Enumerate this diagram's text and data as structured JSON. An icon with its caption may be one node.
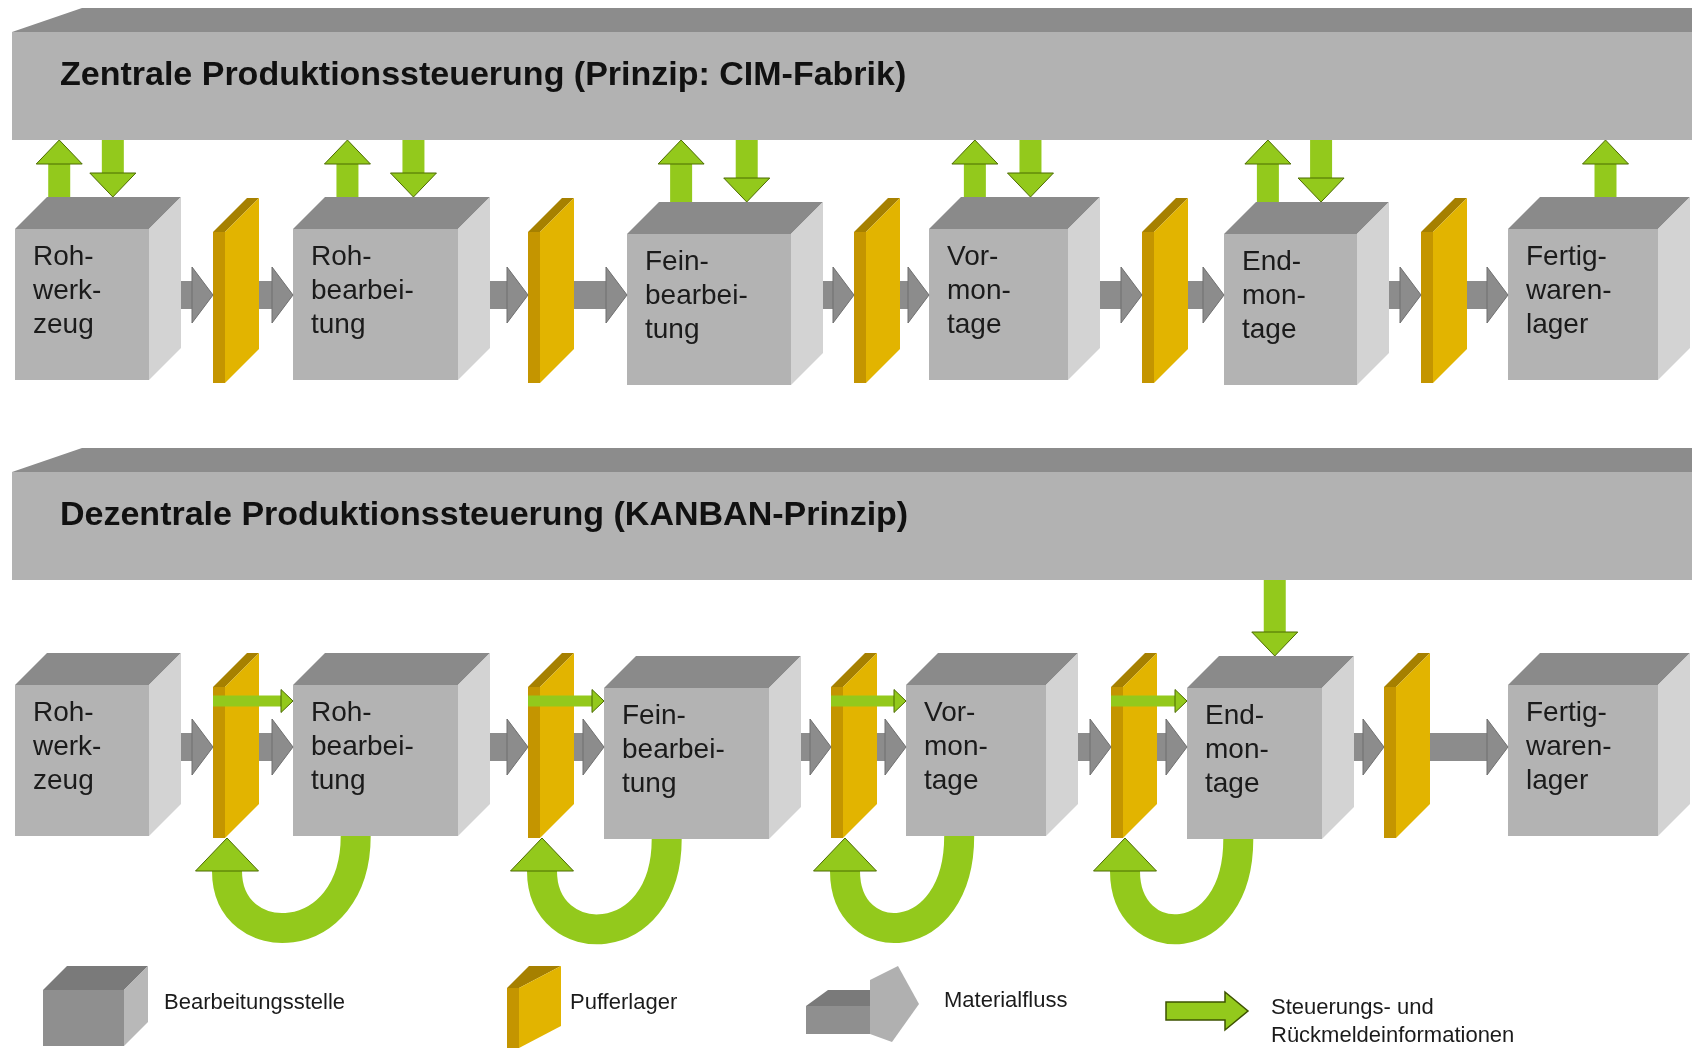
{
  "diagram": {
    "nodes": [
      {
        "text": [
          "Zentrale Produktionssteuerung (Prinzip: CIM-Fabrik)"
        ]
      },
      {
        "text": [
          "Roh- werk- zeug"
        ]
      },
      {
        "text": [],
        "shape": "box"
      },
      {
        "text": [
          "Roh- bearbei- tung"
        ]
      },
      {
        "text": [],
        "shape": "box"
      },
      {
        "text": [
          "Fein- bearbei- tung"
        ]
      },
      {
        "text": [],
        "shape": "box"
      },
      {
        "text": [
          "Vor- mon- tage"
        ]
      },
      {
        "text": [],
        "shape": "box"
      },
      {
        "text": [
          "End- mon- tage"
        ]
      },
      {
        "text": [],
        "shape": "box"
      },
      {
        "text": [
          "Fertig- waren- lager"
        ]
      },
      {
        "text": [
          "Dezentrale Produktionssteuerung (KANBAN-Prinzip)"
        ]
      },
      {
        "text": [
          "Roh- werk- zeug"
        ]
      },
      {
        "text": [],
        "shape": "box"
      },
      {
        "text": [
          "Roh- bearbei- tung"
        ]
      },
      {
        "text": [],
        "shape": "box"
      },
      {
        "text": [
          "Fein- bearbei- tung"
        ]
      },
      {
        "text": [],
        "shape": "box"
      },
      {
        "text": [
          "Vor- mon- tage"
        ]
      },
      {
        "text": [],
        "shape": "box"
      },
      {
        "text": [
          "End- mon- tage"
        ]
      },
      {
        "text": [],
        "shape": "box"
      },
      {
        "text": [
          "Fertig- waren- lager"
        ]
      }
    ],
    "edges": [
      {
        "from": 1,
        "to": 0,
        "arrow": "to"
      },
      {
        "from": 0,
        "to": 1,
        "arrow": "to"
      },
      {
        "from": 3,
        "to": 0,
        "arrow": "to"
      },
      {
        "from": 0,
        "to": 3,
        "arrow": "to"
      },
      {
        "from": 5,
        "to": 0,
        "arrow": "to"
      },
      {
        "from": 0,
        "to": 5,
        "arrow": "to"
      },
      {
        "from": 7,
        "to": 0,
        "arrow": "to"
      },
      {
        "from": 0,
        "to": 7,
        "arrow": "to"
      },
      {
        "from": 9,
        "to": 0,
        "arrow": "to"
      },
      {
        "from": 0,
        "to": 9,
        "arrow": "to"
      },
      {
        "from": 11,
        "to": 0,
        "arrow": "to"
      },
      {
        "from": 1,
        "to": 2,
        "arrow": "to",
        "color": "#8c8c8c"
      },
      {
        "from": 2,
        "to": 3,
        "arrow": "to",
        "color": "#8c8c8c"
      },
      {
        "from": 3,
        "to": 4,
        "arrow": "to",
        "color": "#8c8c8c"
      },
      {
        "from": 4,
        "to": 5,
        "arrow": "to",
        "color": "#8c8c8c"
      },
      {
        "from": 5,
        "to": 6,
        "arrow": "to",
        "color": "#8c8c8c"
      },
      {
        "from": 6,
        "to": 7,
        "arrow": "to",
        "color": "#8c8c8c"
      },
      {
        "from": 7,
        "to": 8,
        "arrow": "to",
        "color": "#8c8c8c"
      },
      {
        "from": 8,
        "to": 9,
        "arrow": "to",
        "color": "#8c8c8c"
      },
      {
        "from": 9,
        "to": 10,
        "arrow": "to",
        "color": "#8c8c8c"
      },
      {
        "from": 10,
        "to": 11,
        "arrow": "to",
        "color": "#8c8c8c"
      },
      {
        "from": 13,
        "to": 14,
        "arrow": "to",
        "color": "#8c8c8c"
      },
      {
        "from": 14,
        "to": 15,
        "arrow": "to",
        "color": "#8c8c8c"
      },
      {
        "from": 15,
        "to": 16,
        "arrow": "to",
        "color": "#8c8c8c"
      },
      {
        "from": 16,
        "to": 17,
        "arrow": "to",
        "color": "#8c8c8c"
      },
      {
        "from": 17,
        "to": 18,
        "arrow": "to",
        "color": "#8c8c8c"
      },
      {
        "from": 18,
        "to": 19,
        "arrow": "to",
        "color": "#8c8c8c"
      },
      {
        "from": 19,
        "to": 20,
        "arrow": "to",
        "color": "#8c8c8c"
      },
      {
        "from": 20,
        "to": 21,
        "arrow": "to",
        "color": "#8c8c8c"
      },
      {
        "from": 21,
        "to": 22,
        "arrow": "to",
        "color": "#8c8c8c"
      },
      {
        "from": 22,
        "to": 23,
        "arrow": "to",
        "color": "#8c8c8c"
      },
      {
        "from": 12,
        "to": 21,
        "arrow": "to"
      },
      {
        "from": 14,
        "to": 15,
        "arrow": "to"
      },
      {
        "from": 16,
        "to": 17,
        "arrow": "to"
      },
      {
        "from": 18,
        "to": 19,
        "arrow": "to"
      },
      {
        "from": 20,
        "to": 21,
        "arrow": "to"
      },
      {
        "from": 15,
        "to": 14,
        "arrow": "to"
      },
      {
        "from": 17,
        "to": 16,
        "arrow": "to"
      },
      {
        "from": 19,
        "to": 18,
        "arrow": "to"
      },
      {
        "from": 21,
        "to": 20,
        "arrow": "to"
      }
    ],
    "legend": [
      {
        "text": "Bearbeitungsstelle"
      },
      {
        "text": "Pufferlager"
      },
      {
        "text": "Materialfluss"
      },
      {
        "text": "Steuerungs- und Rückmeldeinformationen"
      }
    ]
  }
}
